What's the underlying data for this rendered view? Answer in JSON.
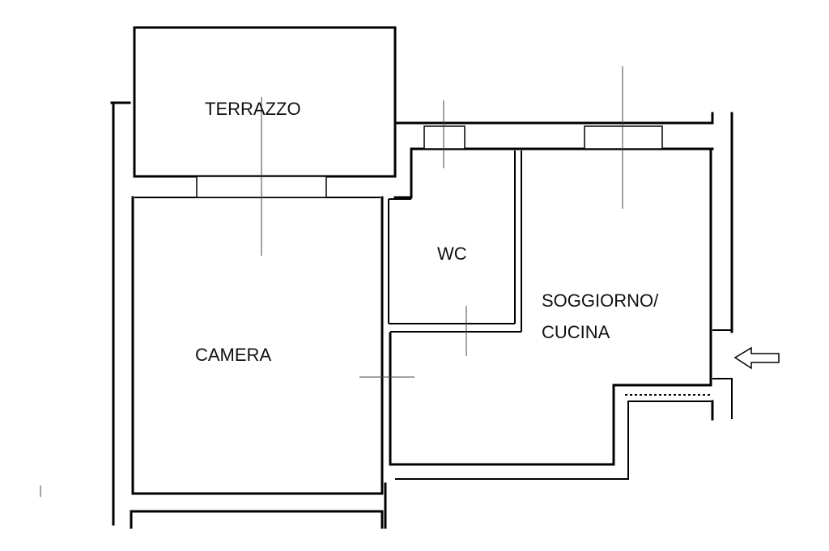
{
  "floorplan": {
    "rooms": {
      "terrazzo": "TERRAZZO",
      "wc": "WC",
      "soggiorno_line1": "SOGGIORNO/",
      "soggiorno_line2": "CUCINA",
      "camera": "CAMERA"
    },
    "entrance_arrow_icon": "arrow-left-icon"
  }
}
